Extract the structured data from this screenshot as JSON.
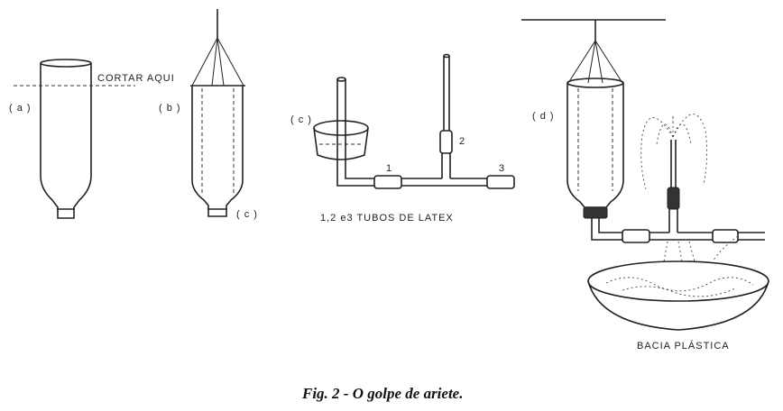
{
  "labels": {
    "a": "( a )",
    "b": "( b )",
    "c_bottom": "( c )",
    "c_stopper": "( c )",
    "d": "( d )",
    "cut_here": "CORTAR AQUI",
    "tube_1": "1",
    "tube_2": "2",
    "tube_3": "3",
    "tubes_note": "1,2 e3 TUBOS DE  LATEX",
    "basin": "BACIA PLÁSTICA"
  },
  "caption": "Fig. 2 - O golpe de ariete."
}
